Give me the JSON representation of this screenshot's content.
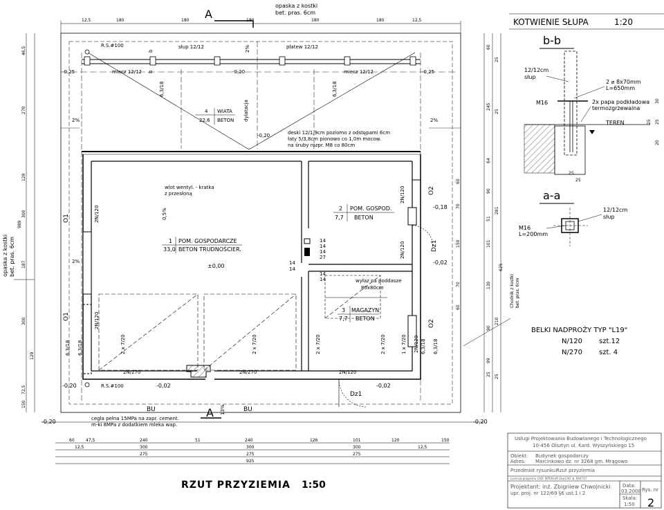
{
  "title": {
    "main": "RZUT PRZYZIEMIA",
    "scale": "1:50"
  },
  "section_mark": "A",
  "top_notes": {
    "opaska_line1": "opaska z kostki",
    "opaska_line2": "bet. pras. 6cm"
  },
  "left_notes": {
    "opaska_line1": "opaska z kostki",
    "opaska_line2": "bet. pras. 6cm"
  },
  "top_dims": [
    "12,5",
    "180",
    "180",
    "180",
    "180",
    "180",
    "12,5"
  ],
  "bottom_dims_row1": [
    "60",
    "47,5",
    "240",
    "51",
    "240",
    "126",
    "101",
    "120",
    "150"
  ],
  "bottom_dims_row2": [
    "12,5",
    "300",
    "300",
    "300",
    "12,5"
  ],
  "bottom_dims_row3": [
    "275",
    "275",
    "275"
  ],
  "bottom_dims_row4": "925",
  "left_dims": [
    "72,5",
    "129",
    "300",
    "187",
    "300",
    "129",
    "270",
    "46,5",
    "989",
    "150"
  ],
  "right_dims": [
    "60",
    "25",
    "245",
    "25",
    "64",
    "60",
    "90",
    "70",
    "150",
    "70",
    "60",
    "90",
    "25",
    "281",
    "51",
    "101",
    "130",
    "210",
    "99",
    "25",
    "625"
  ],
  "roof": {
    "rs_top": "R.S.#100",
    "stup": "słup 12/12",
    "platew": "płatew 12/12",
    "miecz_left": "miecz 12/12",
    "miecz_right": "miecz 12/12",
    "lvl_left": "-0,25",
    "lvl_center": "-0,20",
    "lvl_right": "-0,25",
    "slope_left": "2%",
    "slope_right": "2%",
    "slope_top": "2%",
    "rafter_left": "6,3/18",
    "rafter_right": "6,3/18",
    "wiata_no": "4",
    "wiata_name": "WIATA",
    "wiata_area": "22,6",
    "wiata_floor": "BETON",
    "dylatacja": "dylatacja",
    "lvl_wiata": "-0,20",
    "deski_1": "deski 12/1,9cm poziomo z odstępami 6cm",
    "deski_2": "łaty 5/3,8cm pionowo co 1,0m mocow.",
    "deski_3": "na śruby rozpr. M8 co 80cm",
    "section_b_left": "b",
    "section_b_right": "b"
  },
  "rooms": [
    {
      "no": "1",
      "name": "POM. GOSPODARCZE",
      "area": "33,0",
      "floor": "BETON TRUDNOŚCIER."
    },
    {
      "no": "2",
      "name": "POM. GOSPOD.",
      "area": "7,7",
      "floor": "BETON"
    },
    {
      "no": "3",
      "name": "MAGAZYN",
      "area": "7,7",
      "floor": "BETON"
    }
  ],
  "labels": {
    "wlot_1": "wlot wentyl. - kratka",
    "wlot_2": "z przesłoną",
    "zero": "±0,00",
    "slope_05": "0,5%",
    "slope_2_left": "2%",
    "wylaz_1": "wyłaz na poddasze",
    "wylaz_2": "80x80cm",
    "win_o1_top": "O1",
    "win_o1_bot": "O1",
    "win_o2_top": "O2",
    "win_o2_bot": "O2",
    "dz1_a": "Dz1",
    "dz1_b": "Dz1",
    "lvl_018": "-0,18",
    "lvl_002_r": "-0,02",
    "lvl_002_b": "-0,02",
    "lvl_002_b2": "-0,02",
    "lvl_020_l": "-0,20",
    "lvl_020_bl": "-0,20",
    "lvl_020_br": "-0,20",
    "rs_bottom": "R.S.#100",
    "bu_1": "BU",
    "bu_2": "BU",
    "cegla_1": "cegła pełna 15MPa na zapr. cement.",
    "cegla_2": "m-ki 8MPa z dodatkiem mleka wap.",
    "slope_13": "13%",
    "chodnik_1": "Chodnik z kostki",
    "chodnik_2": "bet. pras. 6cm",
    "n120": "2N/120",
    "n270": "2N/270",
    "x720": "2 x 7/20",
    "x720b": "1 x 7/20",
    "r63": "6,3/18"
  },
  "stair_nums": [
    "14",
    "14",
    "14",
    "14",
    "14",
    "27",
    "14",
    "14"
  ],
  "detail": {
    "header": "KOTWIENIE SŁUPA",
    "scale": "1:20",
    "bb": "b-b",
    "aa": "a-a",
    "bb_stup_1": "12/12cm",
    "bb_stup_2": "słup",
    "bb_m16": "M16",
    "bb_bolt_1": "2 ⌀ 8x70mm",
    "bb_bolt_2": "L=650mm",
    "bb_papa_1": "2x papa podkładowa",
    "bb_papa_2": "termozgrzewalna",
    "bb_teren": "TEREN",
    "aa_stup_1": "12/12cm",
    "aa_stup_2": "słup",
    "aa_m16_1": "M16",
    "aa_m16_2": "L=200mm",
    "dims_v": [
      "30",
      "25",
      "20",
      "25"
    ],
    "dims_h": [
      "25",
      "25"
    ]
  },
  "lintels": {
    "header": "BELKI NADPROŻY TYP \"L19\"",
    "rows": [
      {
        "type": "N/120",
        "qty": "szt.12"
      },
      {
        "type": "N/270",
        "qty": "szt. 4"
      }
    ]
  },
  "title_block": {
    "company_1": "Usługi Projektowania Budowlanego i Technologicznego",
    "company_2": "10-456 Olsztyn ul. Kard. Wyszyńskiego 15",
    "obiekt_label": "Obiekt:",
    "obiekt": "Budynek gospodarczy",
    "adres_label": "Adres:",
    "adres": "Marcinkowo dz. nr 3268 gm. Mrągowo",
    "przedmiot_label": "Przedmiot rysunku:",
    "przedmiot": "Rzut przyziemia",
    "licencja": "Licencja programu CAD: INTERsoft ZewCAD id. 9A4747",
    "projektant": "Projektant: inż. Zbigniew Chwojnicki",
    "uprawn": "upr. proj. nr 122/69 §6 ust.1 i 2",
    "data_label": "Data:",
    "data": "03.2008",
    "skala_label": "Skala:",
    "skala": "1:50",
    "rys_label": "Rys. nr",
    "rys": "2"
  }
}
